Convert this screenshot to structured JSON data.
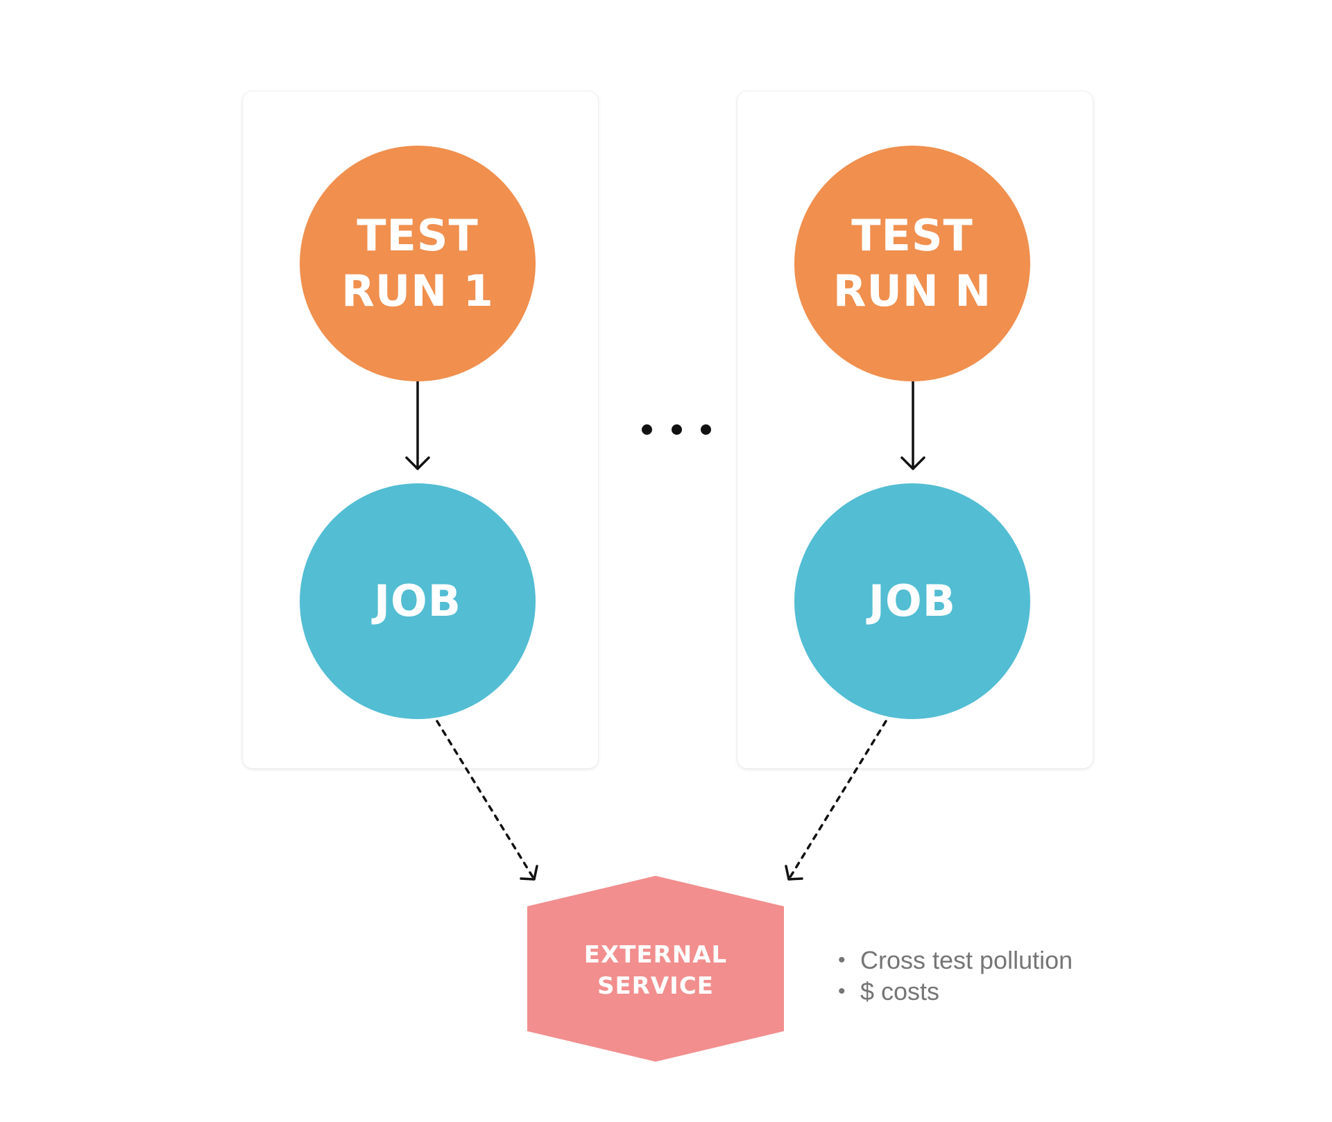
{
  "diagram": {
    "runs": [
      {
        "test_lines": [
          "TEST",
          "RUN 1"
        ],
        "job_label": "JOB"
      },
      {
        "test_lines": [
          "TEST",
          "RUN N"
        ],
        "job_label": "JOB"
      }
    ],
    "ellipsis": "•••",
    "service": {
      "lines": [
        "EXTERNAL",
        "SERVICE"
      ]
    },
    "notes": [
      "Cross test pollution",
      "$ costs"
    ],
    "colors": {
      "test_run": "#F08F4E",
      "job": "#52BDD3",
      "service": "#F28E8E",
      "arrow": "#111111",
      "note_text": "#757575"
    }
  }
}
